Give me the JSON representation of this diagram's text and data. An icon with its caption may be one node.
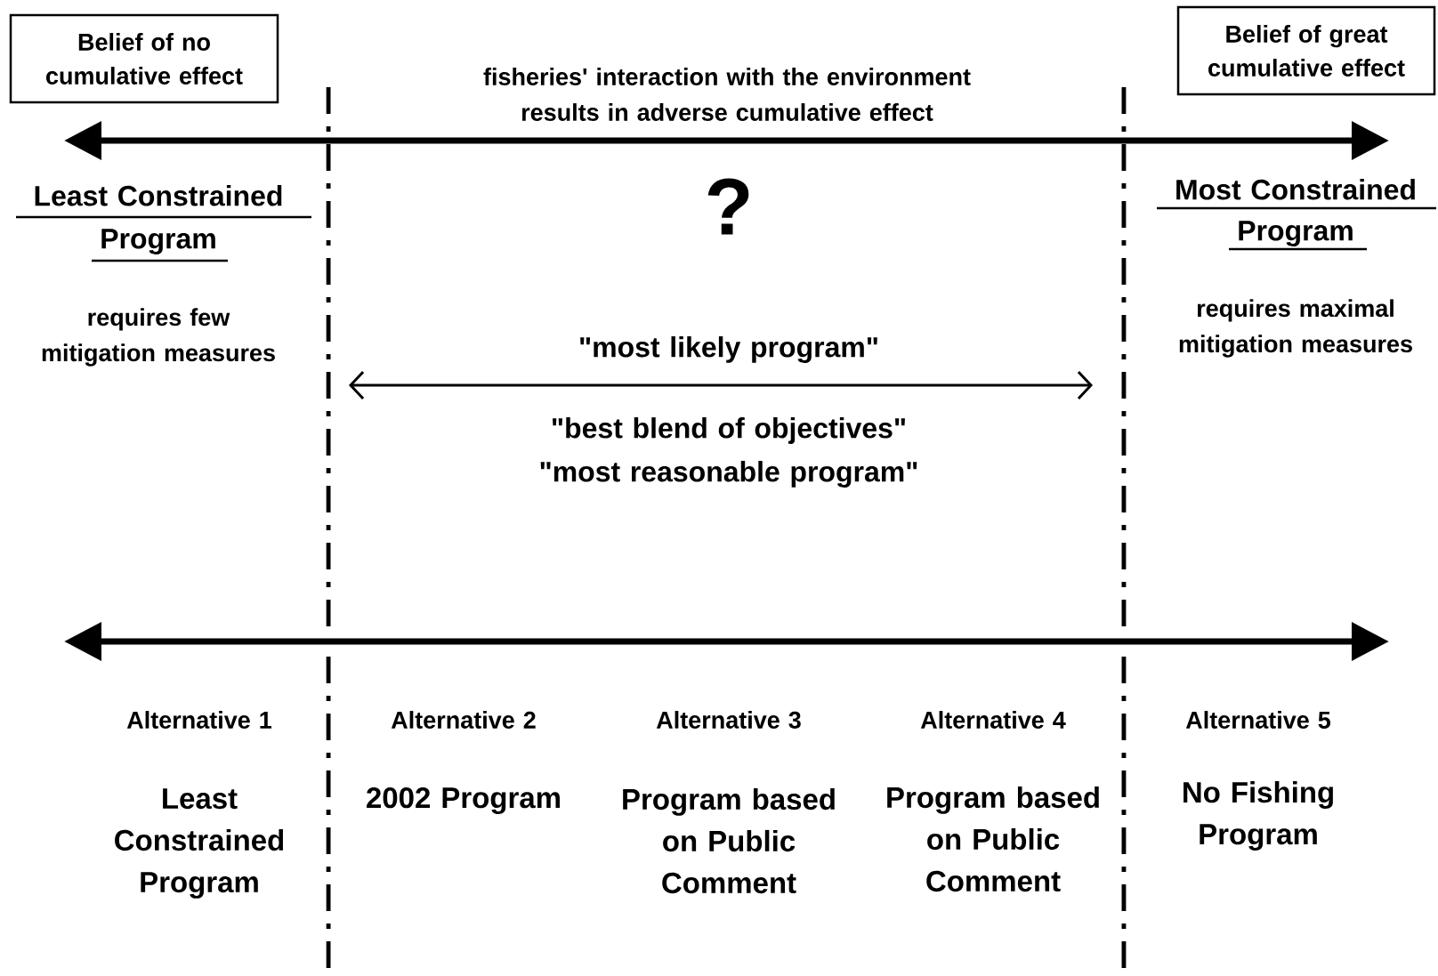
{
  "diagram": {
    "nodes": [
      {
        "text": [
          "Belief of no cumulative effect"
        ]
      },
      {
        "text": [
          "Belief of great cumulative effect"
        ]
      }
    ],
    "labels": [
      "fisheries' interaction with the environment results in adverse cumulative effect",
      "Least Constrained Program",
      "?",
      "Most Constrained Program",
      "requires few mitigation measures",
      "\"most likely program\"",
      "requires maximal mitigation measures",
      "\"best blend of objectives\"",
      "\"most reasonable program\"",
      "Alternative 1",
      "Alternative 2",
      "Alternative 3",
      "Alternative 4",
      "Alternative 5",
      "Least Constrained Program",
      "2002 Program",
      "Program based on Public Comment",
      "Program based on Public Comment",
      "No Fishing Program"
    ]
  }
}
